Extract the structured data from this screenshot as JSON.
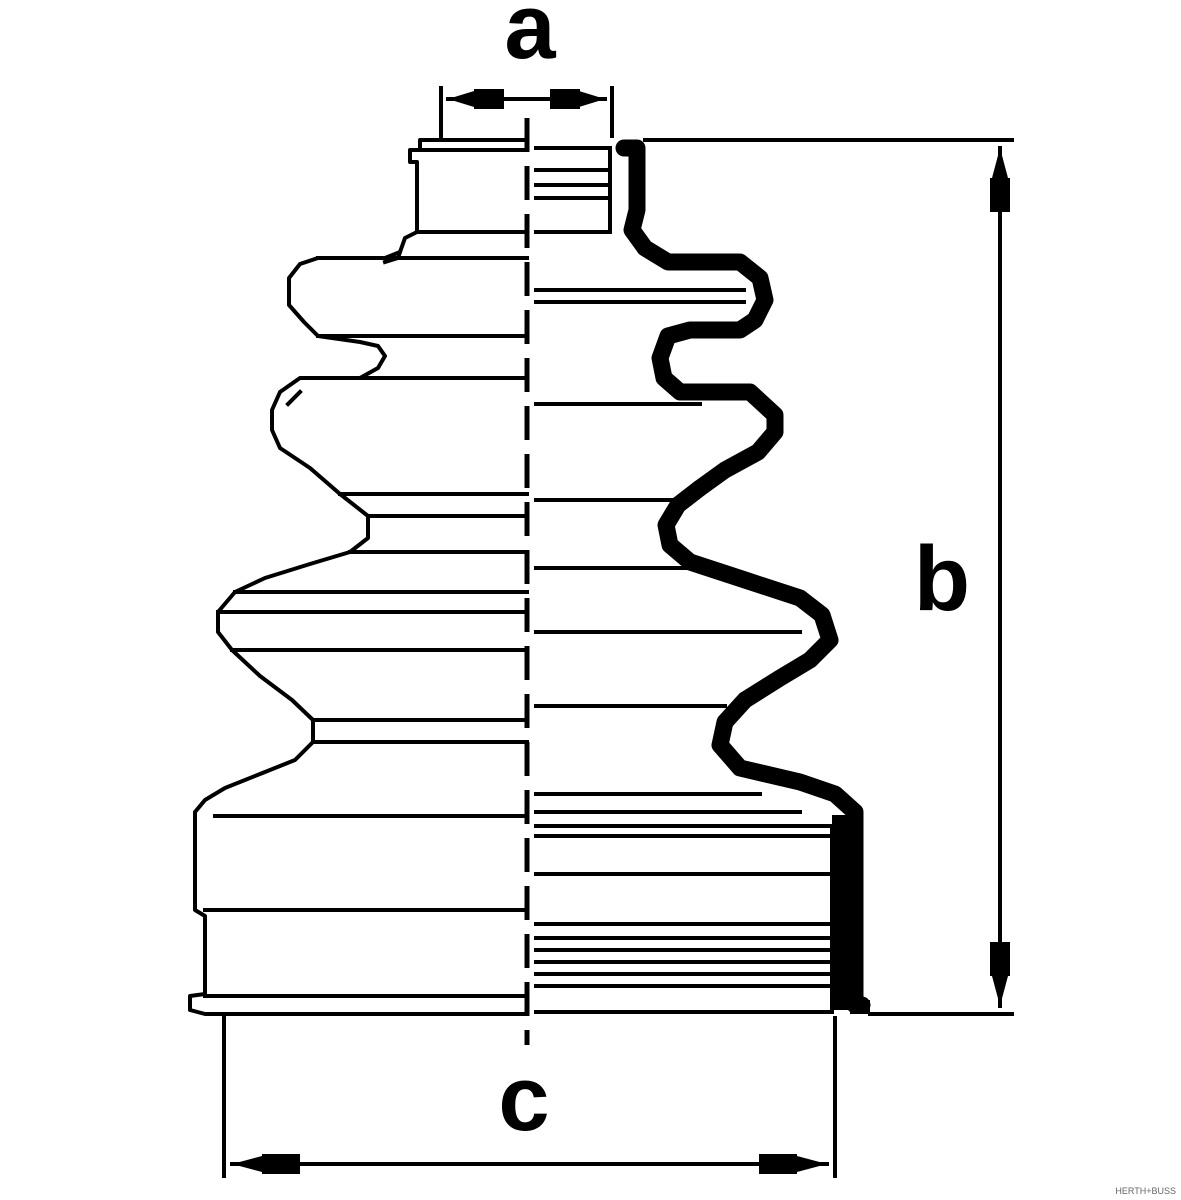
{
  "dimensions": {
    "a": "a",
    "b": "b",
    "c": "c"
  },
  "brand_mark": "HERTH+BUSS",
  "colors": {
    "line": "#000000",
    "background": "#ffffff"
  }
}
